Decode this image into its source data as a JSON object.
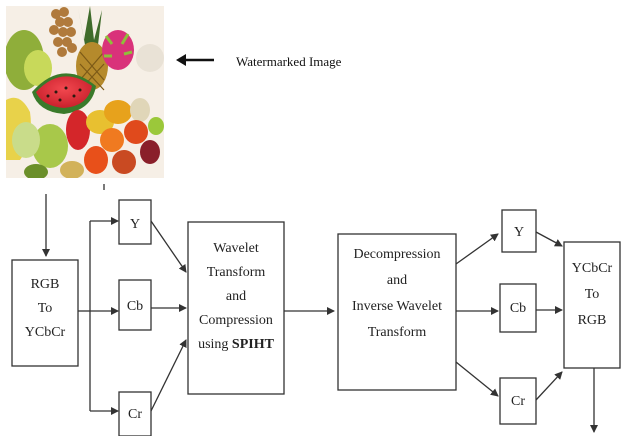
{
  "caption": "Watermarked Image",
  "blocks": {
    "rgb_to_ycbcr": [
      "RGB",
      "To",
      "YCbCr"
    ],
    "y_in": "Y",
    "cb_in": "Cb",
    "cr_in": "Cr",
    "compression": {
      "lines": [
        "Wavelet",
        "Transform",
        "and",
        "Compression"
      ],
      "last_prefix": "using ",
      "last_bold": "SPIHT"
    },
    "decompression": [
      "Decompression",
      "and",
      "Inverse Wavelet",
      "Transform"
    ],
    "y_out": "Y",
    "cb_out": "Cb",
    "cr_out": "Cr",
    "ycbcr_to_rgb": [
      "YCbCr",
      "To",
      "RGB"
    ]
  },
  "colors": {
    "stroke": "#333333",
    "text": "#222222"
  },
  "image_subject": "fruit-assortment"
}
